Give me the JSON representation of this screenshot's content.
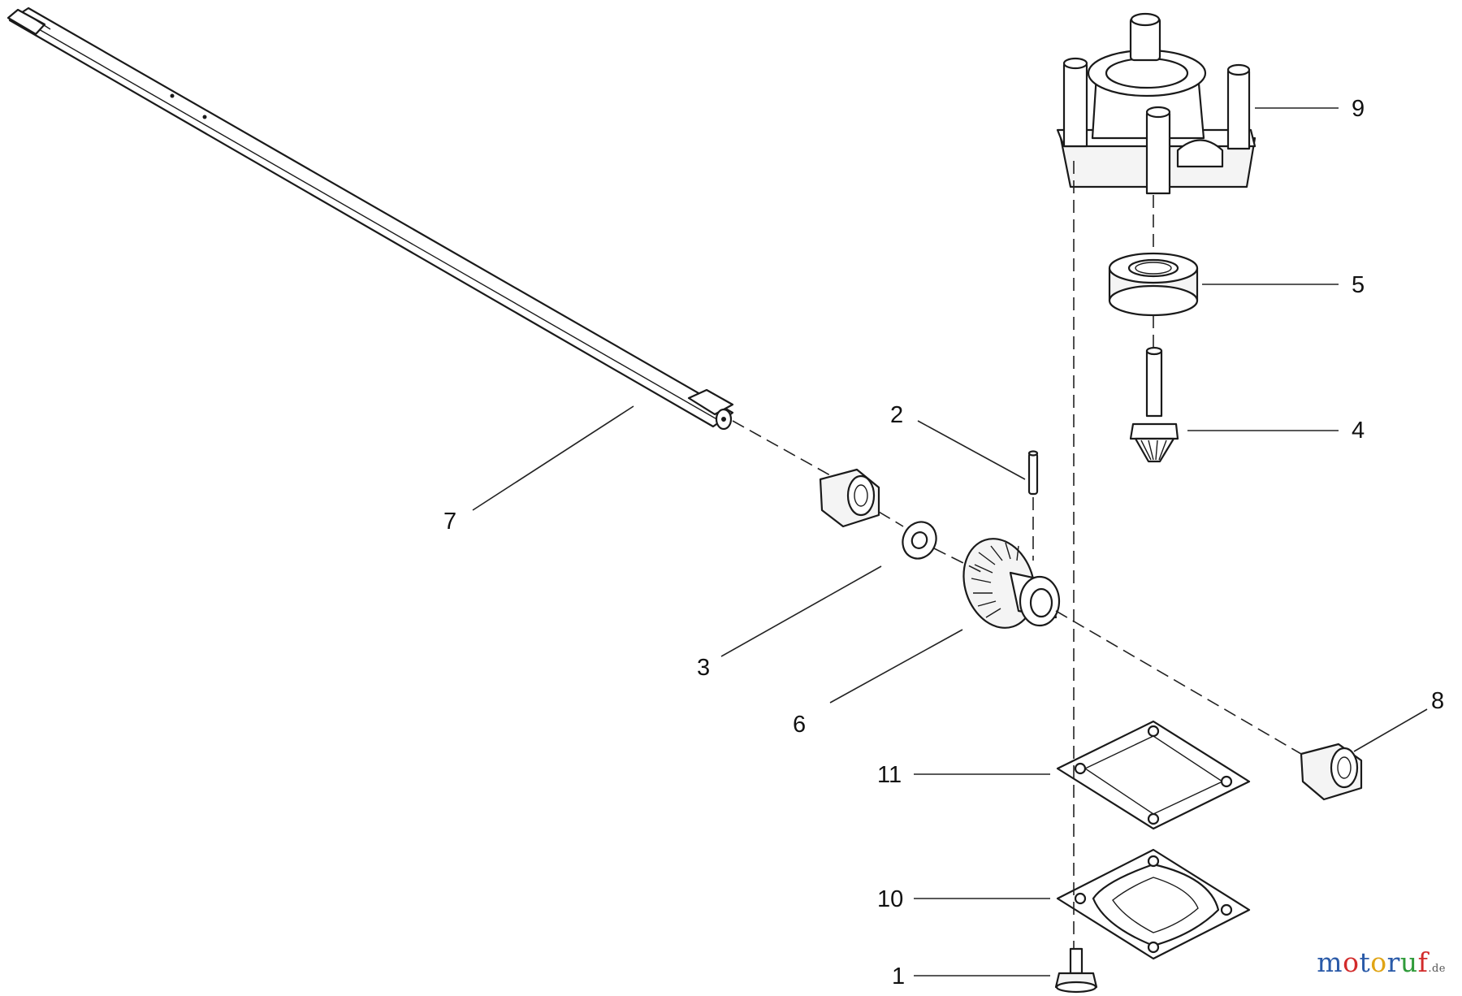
{
  "diagram": {
    "callouts": {
      "c1": "1",
      "c2": "2",
      "c3": "3",
      "c4": "4",
      "c5": "5",
      "c6": "6",
      "c7": "7",
      "c8": "8",
      "c9": "9",
      "c10": "10",
      "c11": "11"
    },
    "watermark": {
      "brand_letters": [
        "m",
        "o",
        "t",
        "o",
        "r",
        "u",
        "f"
      ],
      "brand_colors": [
        "#2a5aa8",
        "#d22b2b",
        "#2a5aa8",
        "#e0a415",
        "#2a5aa8",
        "#2f9b3a",
        "#d22b2b"
      ],
      "suffix": ".de"
    }
  }
}
